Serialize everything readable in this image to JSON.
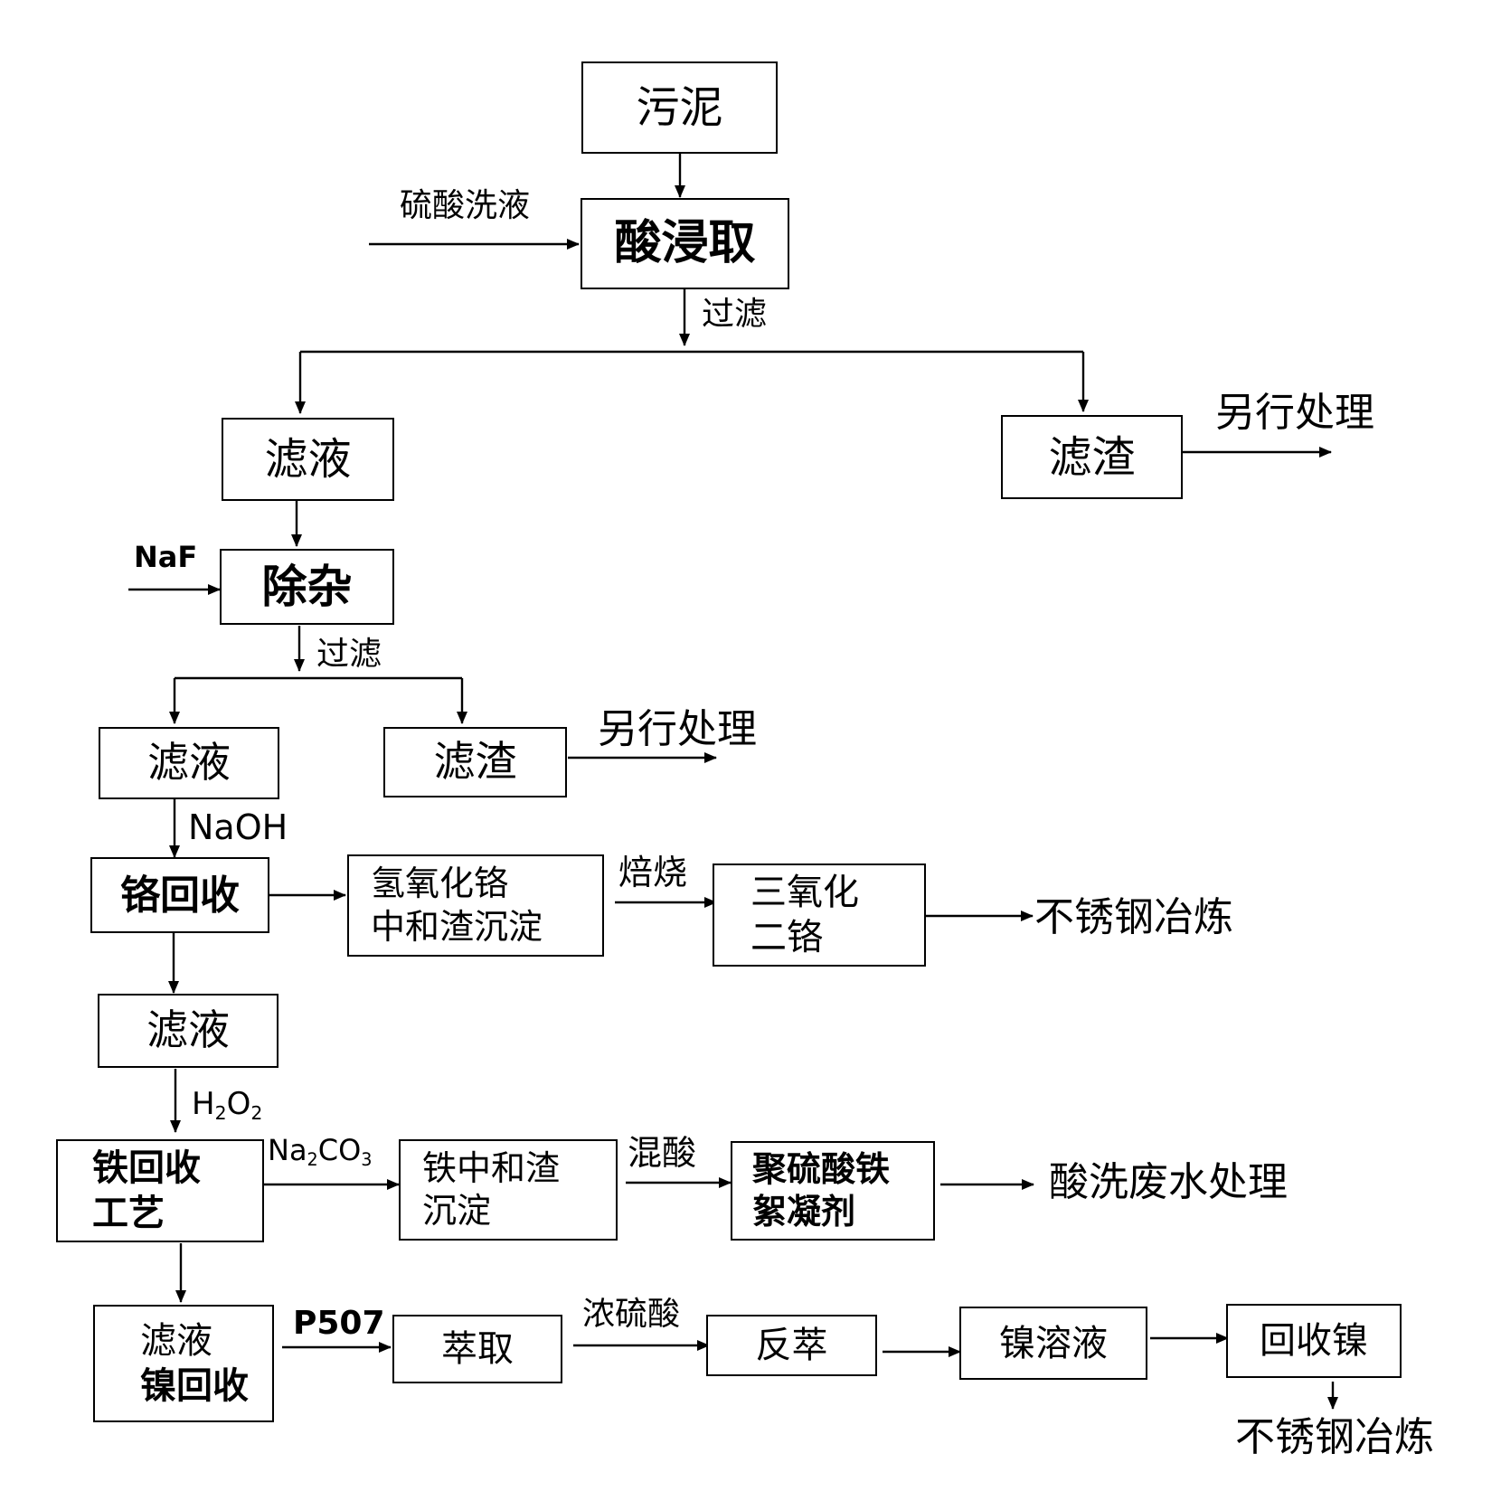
{
  "nodes": {
    "sludge": "污泥",
    "acid_leach": "酸浸取",
    "filtrate_1": "滤液",
    "residue_1": "滤渣",
    "impurity_removal": "除杂",
    "filtrate_2": "滤液",
    "residue_2": "滤渣",
    "chromium_recovery": "铬回收",
    "chromium_hydroxide_line1": "氢氧化铬",
    "chromium_hydroxide_line2": "中和渣沉淀",
    "chromium_oxide_line1": "三氧化",
    "chromium_oxide_line2": "二铬",
    "filtrate_3": "滤液",
    "iron_recovery_line1": "铁回收",
    "iron_recovery_line2": "工艺",
    "iron_residue_line1": "铁中和渣",
    "iron_residue_line2": "沉淀",
    "ferric_sulfate_line1": "聚硫酸铁",
    "ferric_sulfate_line2": "絮凝剂",
    "nickel_filtrate_line1": "滤液",
    "nickel_filtrate_line2": "镍回收",
    "extraction": "萃取",
    "back_extraction": "反萃",
    "nickel_solution": "镍溶液",
    "recovered_nickel": "回收镍"
  },
  "labels": {
    "sulfuric_wash": "硫酸洗液",
    "filter_1": "过滤",
    "other_treatment_1": "另行处理",
    "naf": "NaF",
    "filter_2": "过滤",
    "other_treatment_2": "另行处理",
    "naoh": "NaOH",
    "roast": "焙烧",
    "stainless_1": "不锈钢冶炼",
    "h2o2_main": "H",
    "h2o2_sub1": "2",
    "h2o2_mid": "O",
    "h2o2_sub2": "2",
    "na2co3_main": "Na",
    "na2co3_sub1": "2",
    "na2co3_mid": "CO",
    "na2co3_sub2": "3",
    "mixed_acid": "混酸",
    "pickling_wastewater": "酸洗废水处理",
    "p507": "P507",
    "conc_sulfuric": "浓硫酸",
    "stainless_2": "不锈钢冶炼"
  }
}
